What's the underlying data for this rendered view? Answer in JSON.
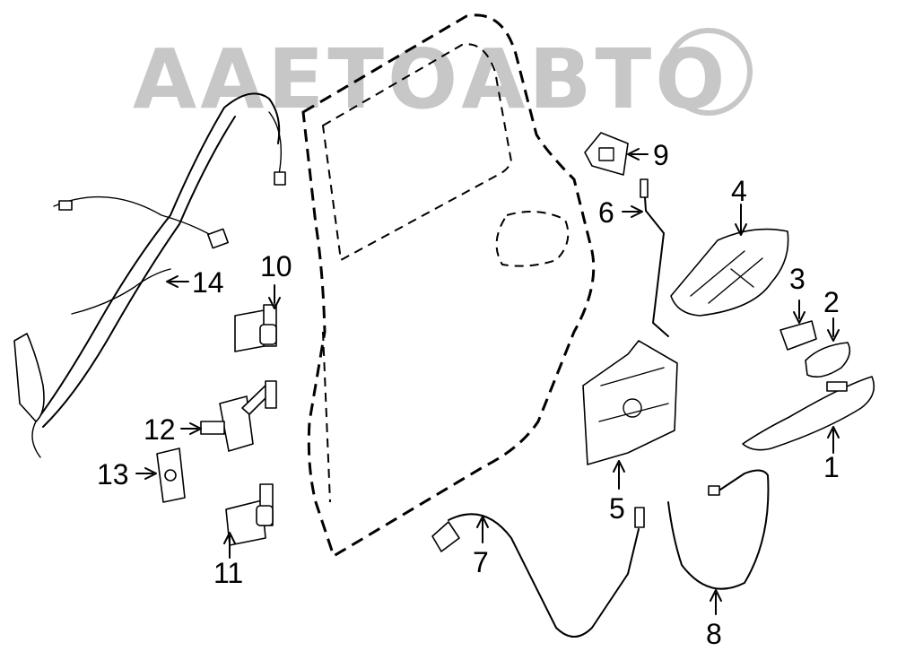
{
  "watermark": {
    "text": "ААЕТОАВТО"
  },
  "callouts": [
    {
      "id": "c1",
      "text": "1"
    },
    {
      "id": "c2",
      "text": "2"
    },
    {
      "id": "c3",
      "text": "3"
    },
    {
      "id": "c4",
      "text": "4"
    },
    {
      "id": "c5",
      "text": "5"
    },
    {
      "id": "c6",
      "text": "6"
    },
    {
      "id": "c7",
      "text": "7"
    },
    {
      "id": "c8",
      "text": "8"
    },
    {
      "id": "c9",
      "text": "9"
    },
    {
      "id": "c10",
      "text": "10"
    },
    {
      "id": "c11",
      "text": "11"
    },
    {
      "id": "c12",
      "text": "12"
    },
    {
      "id": "c13",
      "text": "13"
    },
    {
      "id": "c14",
      "text": "14"
    }
  ]
}
